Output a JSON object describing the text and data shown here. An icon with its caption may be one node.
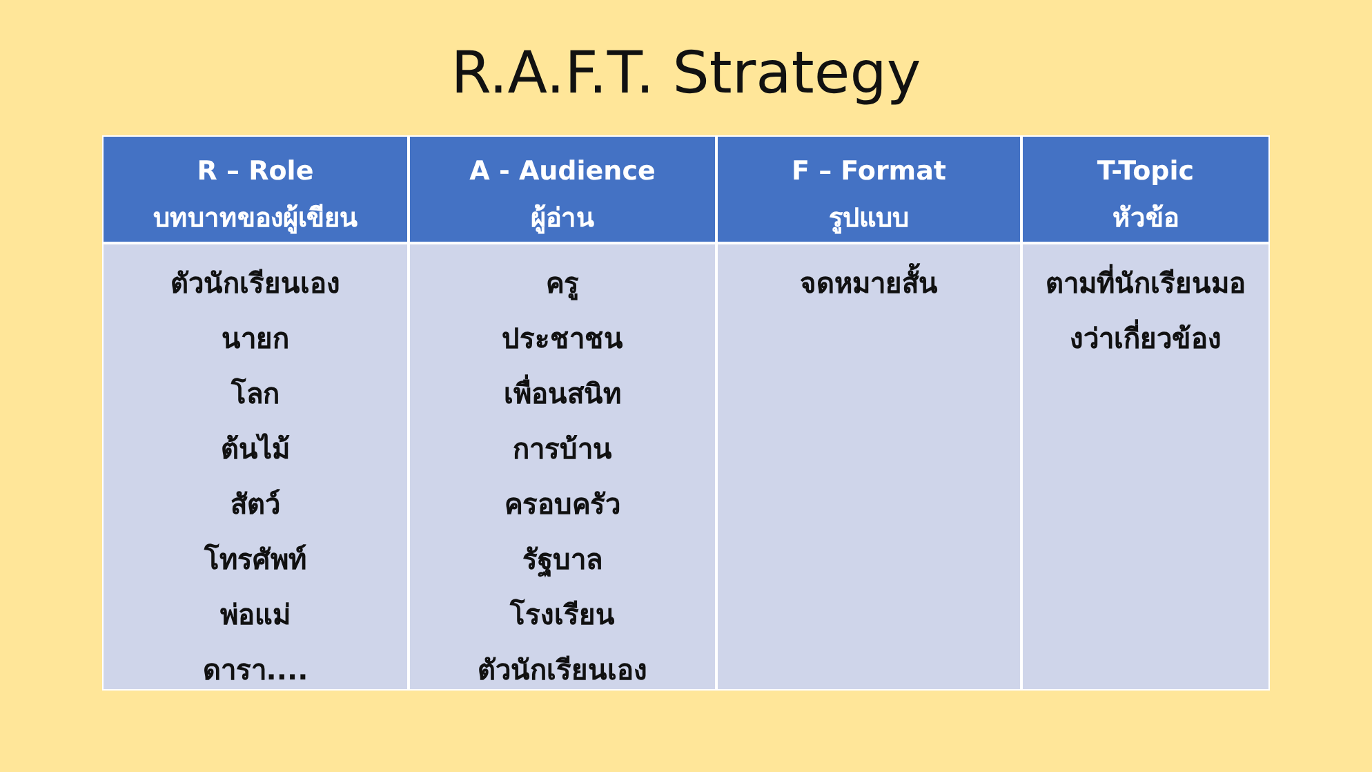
{
  "diagram": {
    "title": "R.A.F.T. Strategy",
    "labels": [
      "R – Role",
      "บทบาทของผู้เขียน",
      "A - Audience",
      "ผู้อ่าน",
      "F – Format",
      "รูปแบบ",
      "T-Topic",
      "หัวข้อ",
      "ตัวนักเรียนเอง",
      "นายก",
      "โลก",
      "ต้นไม้",
      "สัตว์",
      "โทรศัพท์",
      "พ่อแม่",
      "ดารา....",
      "ครู",
      "ประชาชน",
      "เพื่อนสนิท",
      "การบ้าน",
      "ครอบครัว",
      "รัฐบาล",
      "โรงเรียน",
      "ตัวนักเรียนเอง",
      "จดหมายสั้น",
      "ตามที่นักเรียนมองว่าเกี่ยวข้อง"
    ]
  }
}
